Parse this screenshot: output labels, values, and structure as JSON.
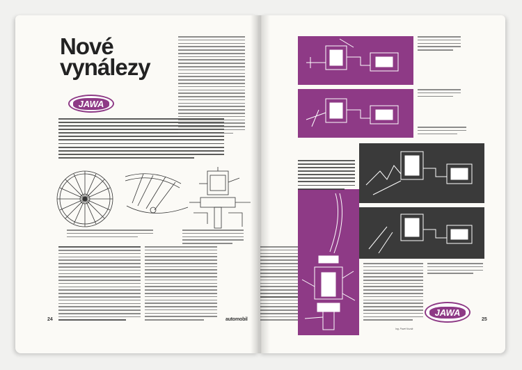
{
  "left_page": {
    "title_line1": "Nové",
    "title_line2": "vynálezy",
    "badge": "JAWA",
    "page_number": "24"
  },
  "right_page": {
    "badge": "JAWA",
    "page_number": "25",
    "author": "Ing. Pavel Kozák"
  },
  "footer": {
    "logo": "automobil"
  },
  "colors": {
    "accent": "#8e3a86",
    "dark_panel": "#3a3a3a",
    "paper": "#fbfaf6"
  }
}
